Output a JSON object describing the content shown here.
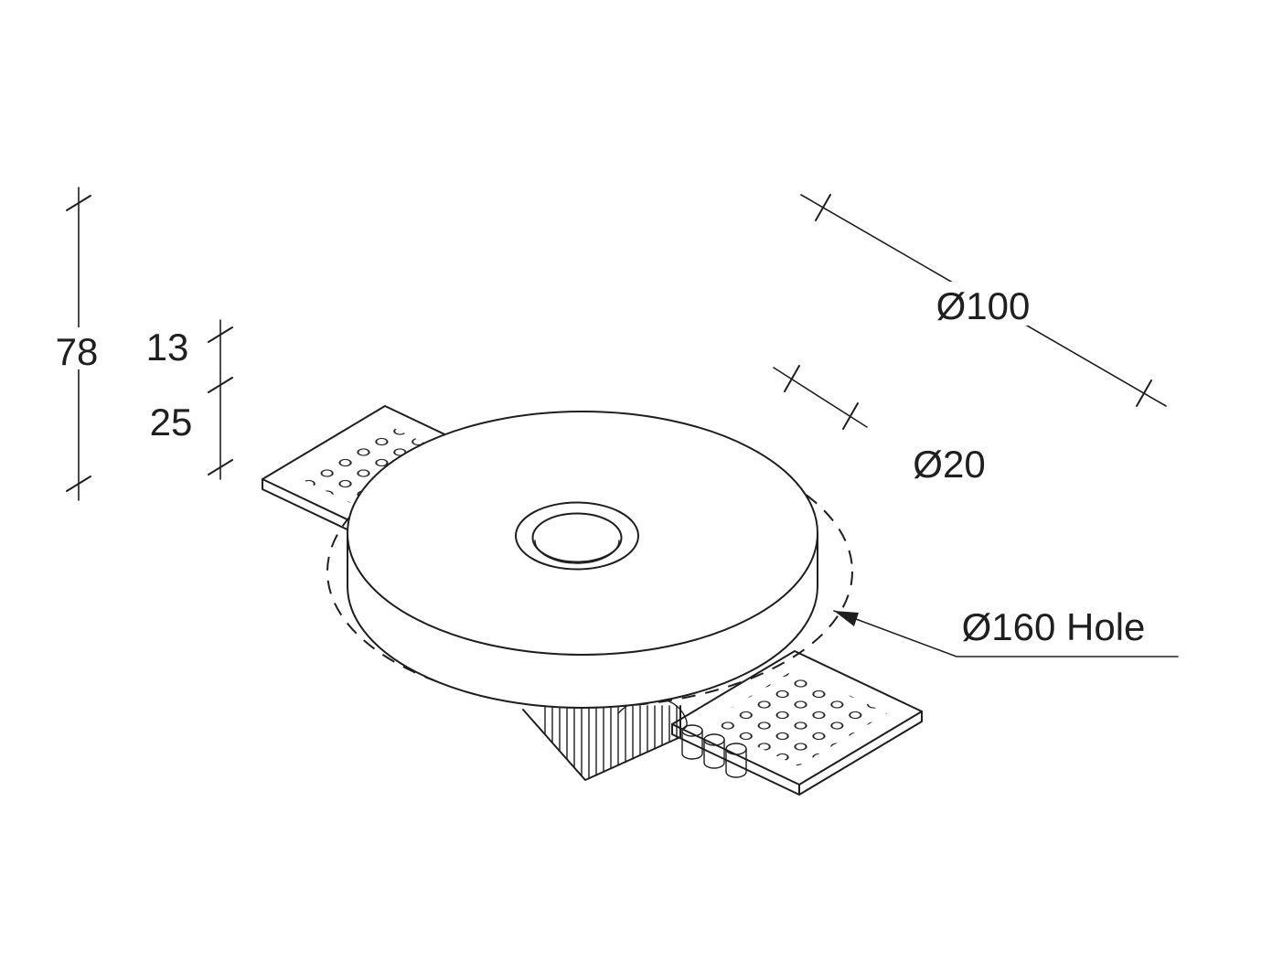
{
  "page": {
    "background": "#ffffff",
    "ink": "#1f1f1f",
    "description": "Dimensioned isometric technical drawing of a recessed plaster-in downlight fixture"
  },
  "drawing": {
    "labels": {
      "overall_height": "78",
      "flange_height": "13",
      "body_height": "25",
      "body_diameter": "Ø100",
      "aperture_diameter": "Ø20",
      "cutout_note": "Ø160 Hole"
    }
  }
}
